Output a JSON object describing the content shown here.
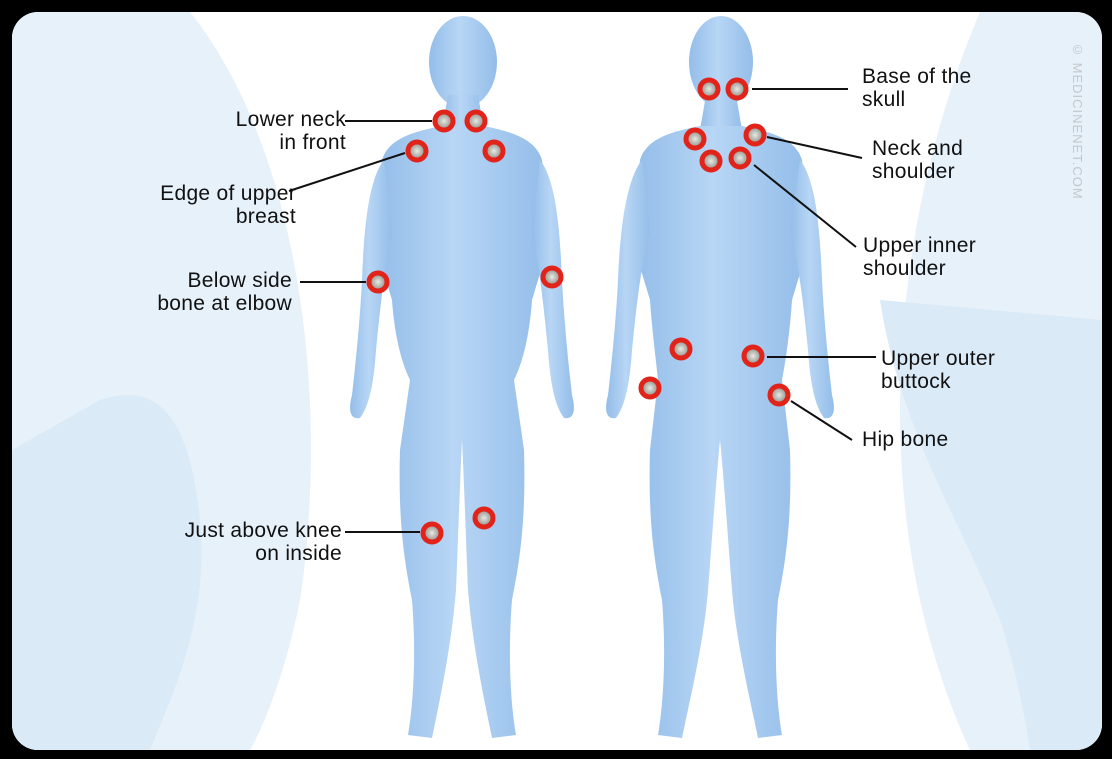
{
  "copyright": "© MEDICINENET.COM",
  "colors": {
    "body": "#a9cdf2",
    "background_haze": "#e6f1fa",
    "point_ring": "#e2231a",
    "point_center": "#b3b3ad"
  },
  "figures": [
    "front-view",
    "back-view"
  ],
  "labels": {
    "lower_neck": [
      "Lower neck",
      "in front"
    ],
    "upper_breast": [
      "Edge of upper",
      "breast"
    ],
    "elbow": [
      "Below side",
      "bone at elbow"
    ],
    "knee": [
      "Just above knee",
      "on inside"
    ],
    "skull": [
      "Base of the",
      "skull"
    ],
    "neck_shoulder": [
      "Neck and",
      "shoulder"
    ],
    "inner_shoulder": [
      "Upper inner",
      "shoulder"
    ],
    "buttock": [
      "Upper outer",
      "buttock"
    ],
    "hip": [
      "Hip bone"
    ]
  }
}
